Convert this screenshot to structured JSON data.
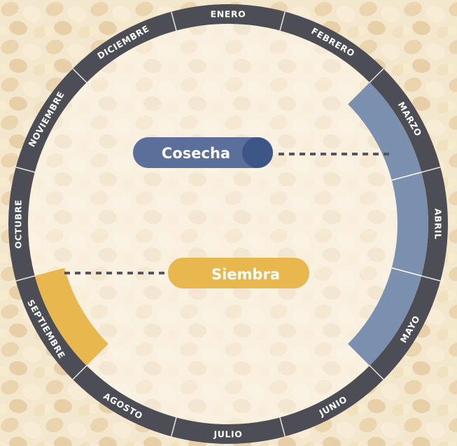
{
  "months": [
    "ENERO",
    "FEBRERO",
    "MARZO",
    "ABRIL",
    "MAYO",
    "JUNIO",
    "JULIO",
    "AGOSTO",
    "SEPTIEMBRE",
    "OCTUBRE",
    "NOVIEMBRE",
    "DICIEMBRE"
  ],
  "legend": {
    "harvest_label": "Cosecha",
    "sowing_label": "Siembra"
  },
  "colors": {
    "ring": "#4d4d55",
    "harvest": "#7b8fae",
    "harvest_pill": "#5a6f99",
    "harvest_dot": "#3d5587",
    "sowing": "#e8b84e",
    "connector": "#55565e",
    "inner": "#fbf6ea"
  },
  "periods": {
    "harvest": {
      "start_month": "MARZO",
      "end_month": "MAYO"
    },
    "sowing": {
      "start_month": "SEPTIEMBRE",
      "end_month": "SEPTIEMBRE"
    }
  }
}
